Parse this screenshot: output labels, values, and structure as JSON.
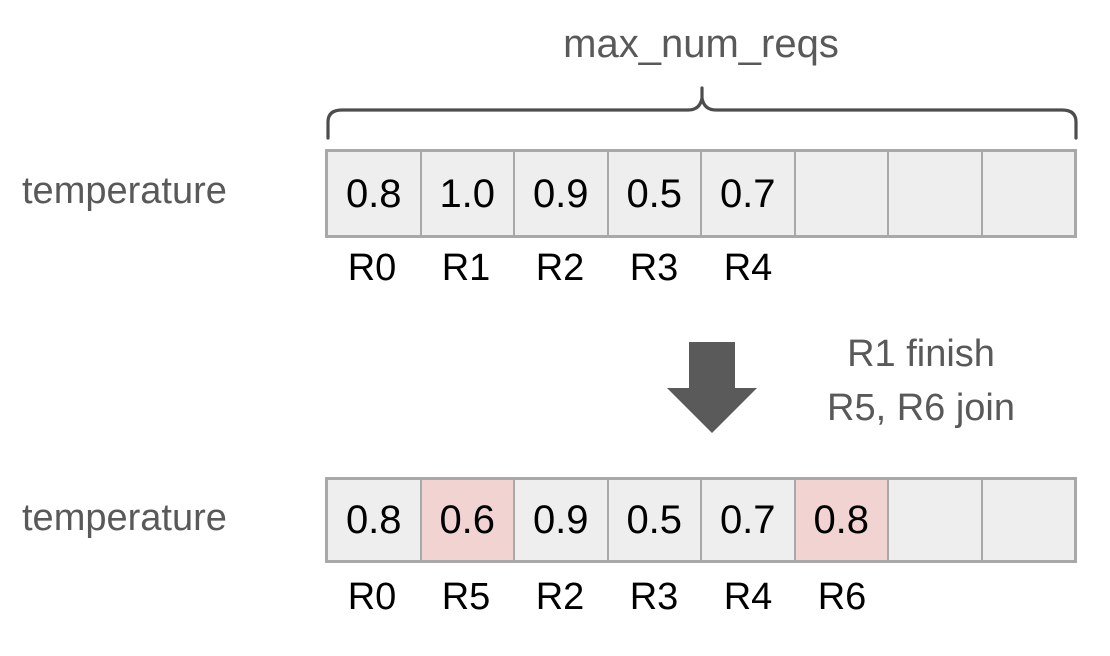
{
  "diagram": {
    "title": "max_num_reqs",
    "rows": [
      {
        "label": "temperature",
        "cells": [
          {
            "value": "0.8",
            "highlight": false
          },
          {
            "value": "1.0",
            "highlight": false
          },
          {
            "value": "0.9",
            "highlight": false
          },
          {
            "value": "0.5",
            "highlight": false
          },
          {
            "value": "0.7",
            "highlight": false
          },
          {
            "value": "",
            "highlight": false
          },
          {
            "value": "",
            "highlight": false
          },
          {
            "value": "",
            "highlight": false
          }
        ],
        "indices": [
          "R0",
          "R1",
          "R2",
          "R3",
          "R4",
          "",
          "",
          ""
        ]
      },
      {
        "label": "temperature",
        "cells": [
          {
            "value": "0.8",
            "highlight": false
          },
          {
            "value": "0.6",
            "highlight": true
          },
          {
            "value": "0.9",
            "highlight": false
          },
          {
            "value": "0.5",
            "highlight": false
          },
          {
            "value": "0.7",
            "highlight": false
          },
          {
            "value": "0.8",
            "highlight": true
          },
          {
            "value": "",
            "highlight": false
          },
          {
            "value": "",
            "highlight": false
          }
        ],
        "indices": [
          "R0",
          "R5",
          "R2",
          "R3",
          "R4",
          "R6",
          "",
          ""
        ]
      }
    ],
    "transition": {
      "arrow_direction": "down",
      "note_line_1": "R1 finish",
      "note_line_2": "R5, R6 join"
    },
    "colors": {
      "cell_fill": "#eeeeee",
      "cell_highlight_fill": "#f1d4d2",
      "cell_border": "#a8a8a8",
      "text_gray": "#595959",
      "text_black": "#000000",
      "arrow_fill": "#5a5a5a",
      "brace_stroke": "#4d4d4d",
      "background": "#ffffff"
    }
  }
}
